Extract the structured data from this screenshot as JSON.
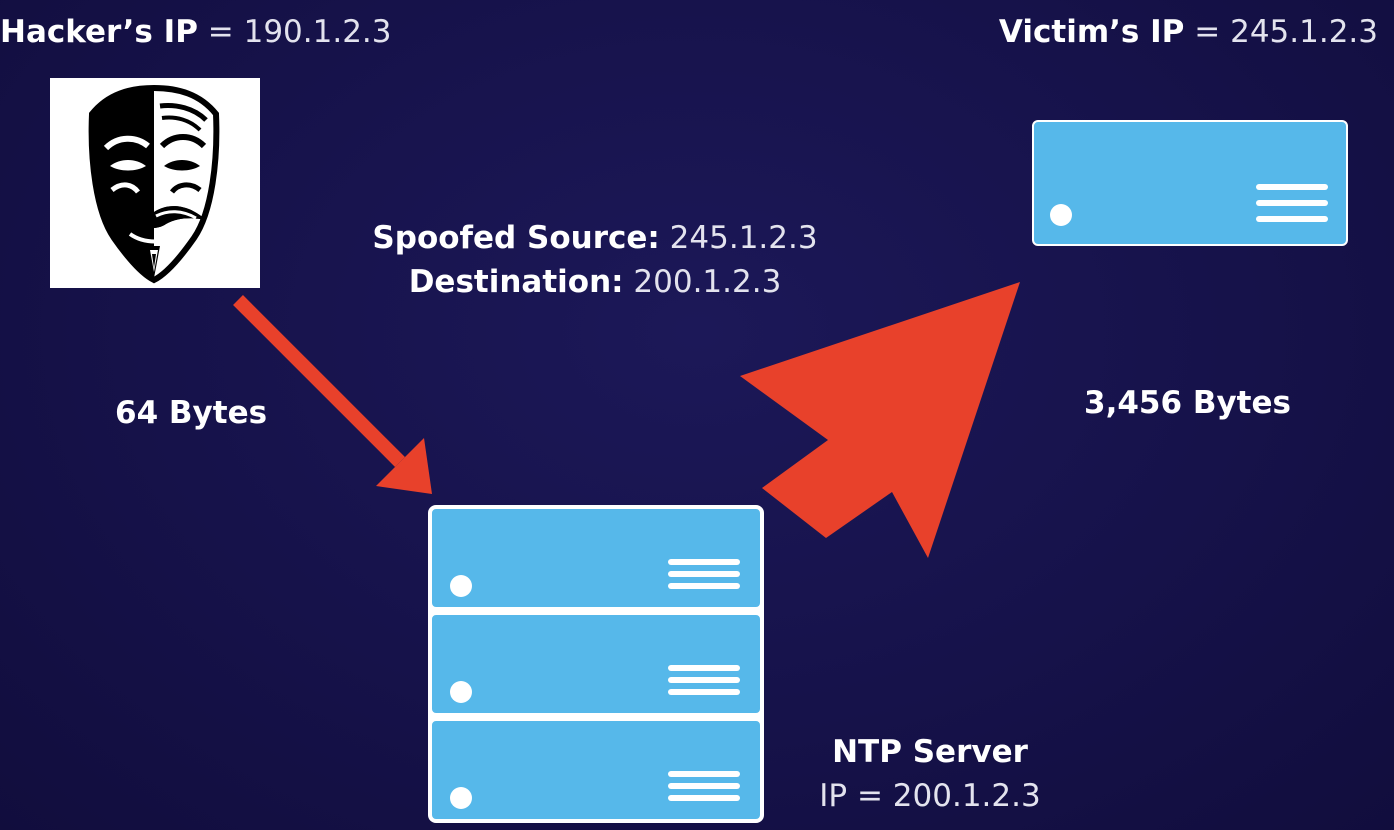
{
  "hacker": {
    "name_label": "Hacker’s IP",
    "ip_text": "= 190.1.2.3",
    "avatar_icon": "anonymous-mask-icon"
  },
  "victim": {
    "name_label": "Victim’s IP",
    "ip_text": "= 245.1.2.3",
    "server_icon": "server-icon"
  },
  "packet": {
    "source_label": "Spoofed Source:",
    "source_value": "245.1.2.3",
    "destination_label": "Destination:",
    "destination_value": "200.1.2.3"
  },
  "request_size": "64 Bytes",
  "response_size": "3,456 Bytes",
  "ntp_server": {
    "title": "NTP Server",
    "ip_text": "IP = 200.1.2.3",
    "server_icon": "server-rack-icon"
  },
  "colors": {
    "background": "#16124a",
    "arrow": "#e8412b",
    "server": "#56b8ea",
    "text": "#ffffff"
  }
}
